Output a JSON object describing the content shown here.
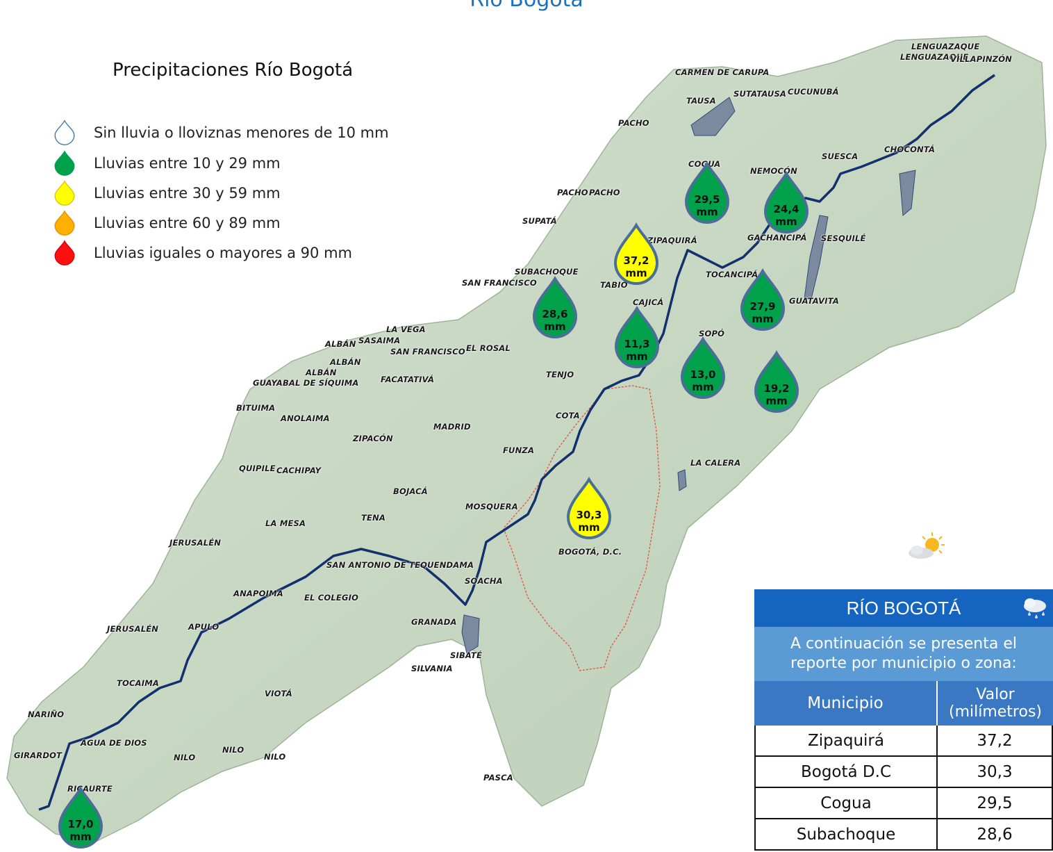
{
  "title": "Río Bogotá",
  "legend": {
    "title": "Precipitaciones Río Bogotá",
    "items": [
      {
        "label": "Sin lluvia o lloviznas menores de 10 mm",
        "color": "#ffffff",
        "stroke": "#3a6fa8"
      },
      {
        "label": "Lluvias entre 10 y 29 mm",
        "color": "#00a14b",
        "stroke": "#00a14b"
      },
      {
        "label": "Lluvias entre 30 y 59 mm",
        "color": "#ffff00",
        "stroke": "#e0c000"
      },
      {
        "label": "Lluvias entre 60 y 89 mm",
        "color": "#ffb000",
        "stroke": "#e09000"
      },
      {
        "label": "Lluvias iguales o mayores a 90 mm",
        "color": "#ff1010",
        "stroke": "#d00000"
      }
    ]
  },
  "places": [
    "LENGUAZAQUE",
    "LENGUAZAQUE",
    "VILLAPINZÓN",
    "CARMEN DE CARUPA",
    "SUTATAUSA",
    "CUCUNUBÁ",
    "TAUSA",
    "PACHO",
    "SUESCA",
    "CHOCONTÁ",
    "COGUA",
    "NEMOCÓN",
    "PACHO",
    "PACHO",
    "SUPATÁ",
    "ZIPAQUIRÁ",
    "GACHANCIPÁ",
    "SESQUILÉ",
    "SUBACHOQUE",
    "SAN FRANCISCO",
    "TABIO",
    "TOCANCIPÁ",
    "CAJICÁ",
    "GUATAVITA",
    "LA VEGA",
    "ALBÁN",
    "SASAIMA",
    "SAN FRANCISCO",
    "EL ROSAL",
    "SOPÓ",
    "ALBÁN",
    "ALBÁN",
    "GUAYABAL DE SÍQUIMA",
    "FACATATIVÁ",
    "TENJO",
    "BITUIMA",
    "ANOLAIMA",
    "COTA",
    "MADRID",
    "ZIPACÓN",
    "FUNZA",
    "LA CALERA",
    "QUIPILE",
    "CACHIPAY",
    "BOJACÁ",
    "MOSQUERA",
    "TENA",
    "LA MESA",
    "JERUSALÉN",
    "BOGOTÁ, D.C.",
    "SAN ANTONIO DE TEQUENDAMA",
    "SOACHA",
    "ANAPOIMA",
    "EL COLEGIO",
    "GRANADA",
    "JERUSALÉN",
    "APULO",
    "SIBATÉ",
    "SILVANIA",
    "TOCAIMA",
    "VIOTÁ",
    "NARIÑO",
    "AGUA DE DIOS",
    "GIRARDOT",
    "NILO",
    "NILO",
    "NILO",
    "PASCA",
    "RICAURTE"
  ],
  "readings": [
    {
      "value": "29,5",
      "unit": "mm",
      "color": "#00a14b"
    },
    {
      "value": "24,4",
      "unit": "mm",
      "color": "#00a14b"
    },
    {
      "value": "37,2",
      "unit": "mm",
      "color": "#ffff00"
    },
    {
      "value": "28,6",
      "unit": "mm",
      "color": "#00a14b"
    },
    {
      "value": "27,9",
      "unit": "mm",
      "color": "#00a14b"
    },
    {
      "value": "11,3",
      "unit": "mm",
      "color": "#00a14b"
    },
    {
      "value": "13,0",
      "unit": "mm",
      "color": "#00a14b"
    },
    {
      "value": "19,2",
      "unit": "mm",
      "color": "#00a14b"
    },
    {
      "value": "30,3",
      "unit": "mm",
      "color": "#ffff00"
    },
    {
      "value": "17,0",
      "unit": "mm",
      "color": "#00a14b"
    }
  ],
  "report": {
    "header": "RÍO BOGOTÁ",
    "subtitle_line1": "A continuación se presenta el",
    "subtitle_line2": "reporte por municipio o zona:",
    "col_municipio": "Municipio",
    "col_valor_1": "Valor",
    "col_valor_2": "(milímetros)",
    "rows": [
      {
        "municipio": "Zipaquirá",
        "valor": "37,2"
      },
      {
        "municipio": "Bogotá D.C",
        "valor": "30,3"
      },
      {
        "municipio": "Cogua",
        "valor": "29,5"
      },
      {
        "municipio": "Subachoque",
        "valor": "28,6"
      }
    ]
  },
  "colors": {
    "terrain": "#c9d8c4",
    "river": "#13306e",
    "bogota_border": "#e25a4a",
    "reservoir": "#7c8aa0"
  }
}
